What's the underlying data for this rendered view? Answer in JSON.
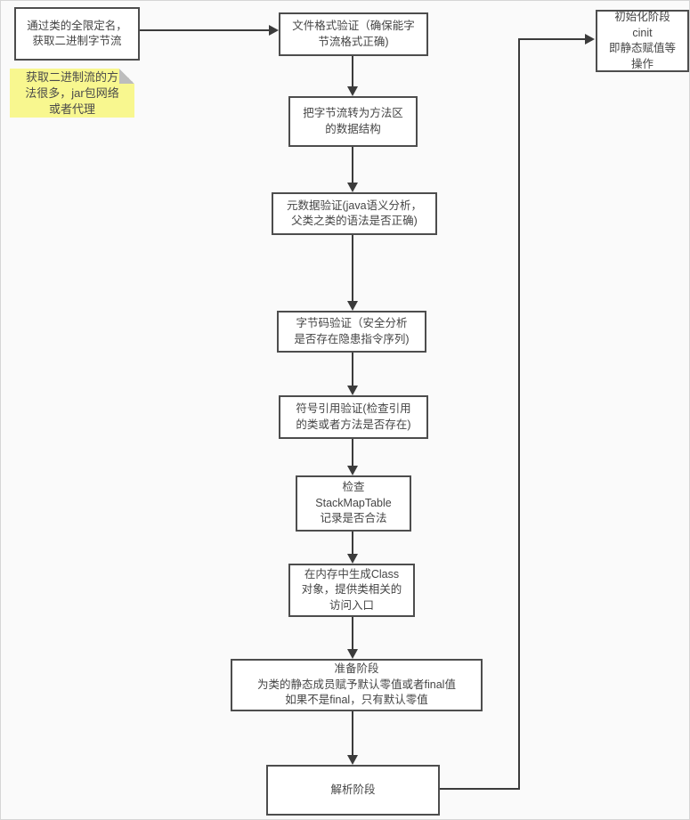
{
  "diagram_title": "",
  "colors": {
    "background": "#fafafa",
    "canvas_border": "#d6d6d6",
    "box_fill": "#ffffff",
    "box_border": "#4d4d4d",
    "text": "#454545",
    "connector": "#3b3b3b",
    "note_fill": "#f8f78f",
    "note_fold": "#bdbdbd"
  },
  "nodes": {
    "fqcn": {
      "label": "通过类的全限定名，\n获取二进制字节流"
    },
    "file_format": {
      "label": "文件格式验证（确保能字\n节流格式正确)"
    },
    "init": {
      "label": "初始化阶段\ncinit\n即静态赋值等\n操作"
    },
    "method_area": {
      "label": "把字节流转为方法区\n的数据结构"
    },
    "metadata": {
      "label": "元数据验证(java语义分析，\n父类之类的语法是否正确)"
    },
    "bytecode": {
      "label": "字节码验证（安全分析\n是否存在隐患指令序列)"
    },
    "symbol_ref": {
      "label": "符号引用验证(检查引用\n的类或者方法是否存在)"
    },
    "stackmap": {
      "label": "检查\nStackMapTable\n记录是否合法"
    },
    "class_object": {
      "label": "在内存中生成Class\n对象，提供类相关的\n访问入口"
    },
    "prepare": {
      "label": "准备阶段\n为类的静态成员赋予默认零值或者final值\n如果不是final，只有默认零值"
    },
    "resolve": {
      "label": "解析阶段"
    }
  },
  "note": {
    "label": "获取二进制流的方\n法很多，jar包网络\n或者代理"
  }
}
